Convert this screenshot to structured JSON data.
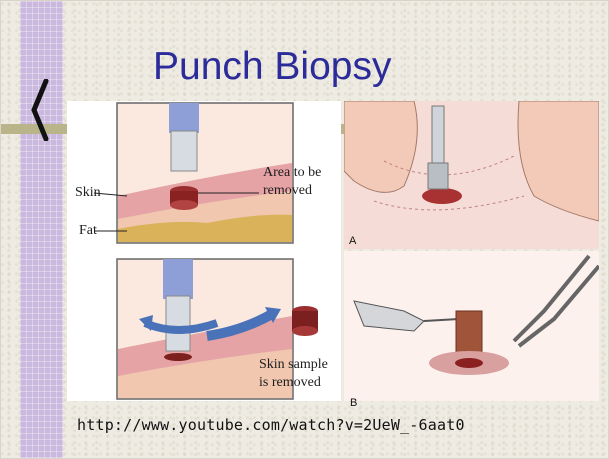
{
  "slide": {
    "title": "Punch Biopsy",
    "url": "http://www.youtube.com/watch?v=2UeW_-6aat0"
  },
  "diagram_labels": {
    "skin": "Skin",
    "fat": "Fat",
    "area_to_be_removed_line1": "Area to be",
    "area_to_be_removed_line2": "removed",
    "skin_sample_line1": "Skin sample",
    "skin_sample_line2": "is removed"
  },
  "photo_labels": {
    "a": "A",
    "b": "B"
  }
}
